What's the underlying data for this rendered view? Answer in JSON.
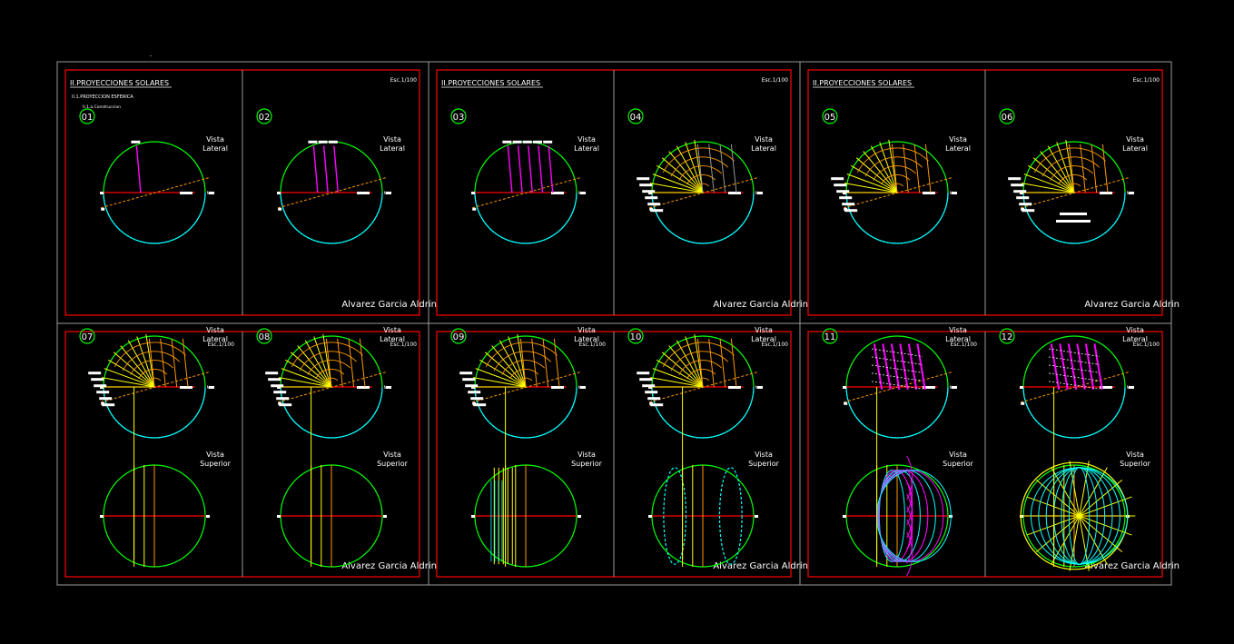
{
  "sheet_title": "II.PROYECCIONES SOLARES",
  "scale": "Esc.1/100",
  "subtitle_1": "II.1.PROYECCION ESFERICA",
  "subtitle_2": "II.1.a.Construccion",
  "author": "Alvarez Garcia Aldrin",
  "view_lateral": [
    "Vista",
    "Lateral"
  ],
  "view_superior": [
    "Vista",
    "Superior"
  ],
  "step_numbers": [
    "01",
    "02",
    "03",
    "04",
    "05",
    "06",
    "07",
    "08",
    "09",
    "10",
    "11",
    "12"
  ],
  "colors": {
    "background": "#000000",
    "frame": "#ff0000",
    "sheet_border": "#9a9a9a",
    "sphere": "#00ff00",
    "lower_arc": "#00ffff",
    "construction": "#ff00ff",
    "meridians": "#ffff00",
    "parallels": "#ff9900",
    "grid": "#ffffff"
  }
}
